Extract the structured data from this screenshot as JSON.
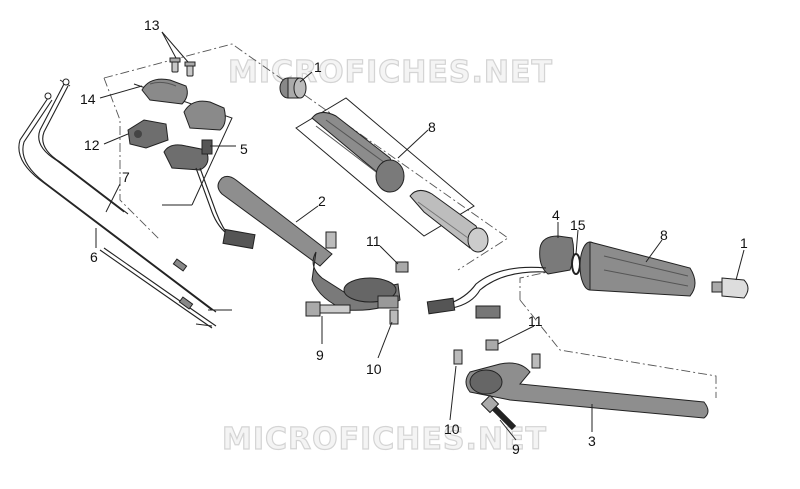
{
  "watermark": "MICROFICHES.NET",
  "callouts": {
    "c1a": "1",
    "c1b": "1",
    "c2": "2",
    "c3": "3",
    "c4": "4",
    "c5": "5",
    "c6": "6",
    "c7": "7",
    "c8a": "8",
    "c8b": "8",
    "c9a": "9",
    "c9b": "9",
    "c10a": "10",
    "c10b": "10",
    "c11a": "11",
    "c11b": "11",
    "c12": "12",
    "c13": "13",
    "c14": "14",
    "c15": "15"
  }
}
